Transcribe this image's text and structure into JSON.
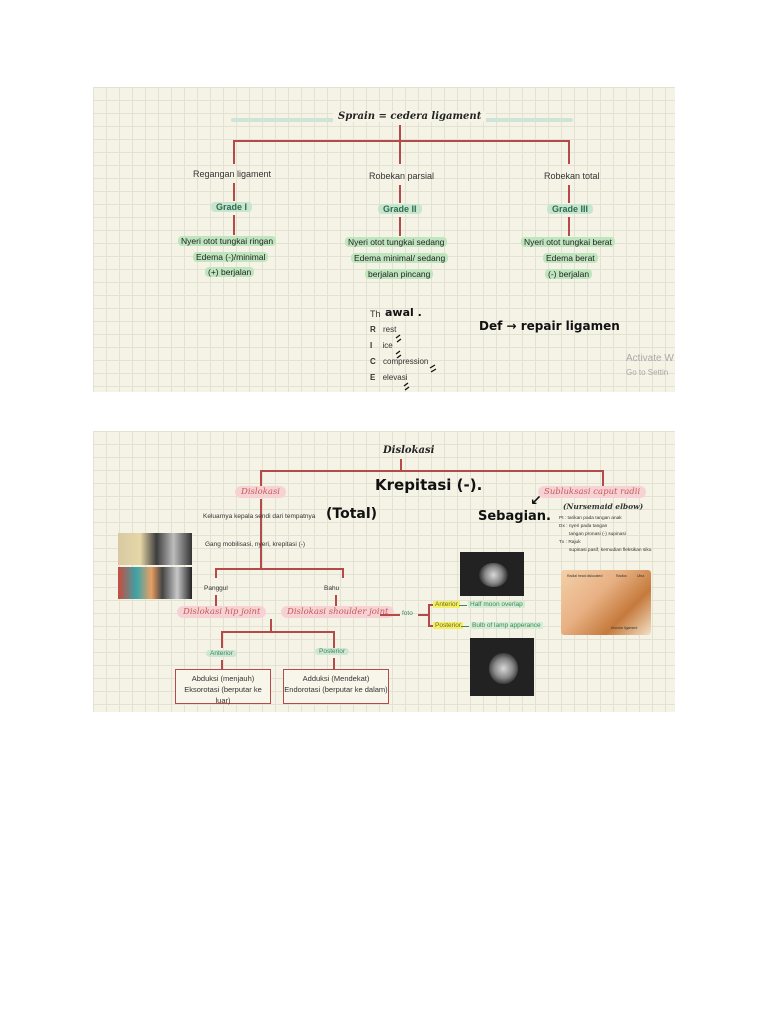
{
  "sprain": {
    "title": "Sprain = cedera ligament",
    "branches": [
      {
        "label": "Regangan ligament",
        "grade": "Grade I",
        "items": [
          "Nyeri otot tungkai ringan",
          "Edema (-)/minimal",
          "(+) berjalan"
        ]
      },
      {
        "label": "Robekan parsial",
        "grade": "Grade II",
        "items": [
          "Nyeri otot tungkai sedang",
          "Edema minimal/ sedang",
          "berjalan pincang"
        ]
      },
      {
        "label": "Robekan total",
        "grade": "Grade III",
        "items": [
          "Nyeri otot tungkai berat",
          "Edema berat",
          "(-) berjalan"
        ]
      }
    ],
    "therapy": {
      "heading": "Th",
      "heading_note": "awal .",
      "rows": [
        {
          "letter": "R",
          "word": "rest"
        },
        {
          "letter": "I",
          "word": "ice"
        },
        {
          "letter": "C",
          "word": "compression"
        },
        {
          "letter": "E",
          "word": "elevasi"
        }
      ]
    },
    "def_note": "Def → repair ligamen",
    "watermark": {
      "line1": "Activate W",
      "line2": "Go to Settin"
    }
  },
  "dislokasi": {
    "title": "Dislokasi",
    "left_node": "Dislokasi",
    "total_note": "(Total)",
    "krepitasi_note": "Krepitasi (-).",
    "sebagian_note": "Sebagian.",
    "arrow_note": "↙",
    "desc1": "Keluarnya kepala sendi dari tempatnya",
    "desc2": "Gang mobilisasi, nyeri, krepitasi (-)",
    "panggul": "Panggul",
    "bahu": "Bahu",
    "hip": "Dislokasi hip joint",
    "shoulder": "Dislokasi shoulder joint",
    "foto": "foto",
    "anterior_hl": "Anterior",
    "anterior_desc": "Half moon overlap",
    "posterior_hl": "Posterior",
    "posterior_desc": "Bulb of lamp apperance",
    "hip_anterior": "Anterior",
    "hip_posterior": "Posterior",
    "box1": {
      "l1": "Abduksi (menjauh)",
      "l2": "Eksorotasi (berputar ke luar)"
    },
    "box2": {
      "l1": "Adduksi (Mendekat)",
      "l2": "Endorotasi (berputar ke dalam)"
    },
    "subluksasi": "Subluksasi caput radii",
    "nursemaid": "(Nursemaid elbow)",
    "notes": [
      {
        "k": "Pt :",
        "v": "tarikan pada tangan anak"
      },
      {
        "k": "Dx :",
        "v": "nyeri pada tangan"
      },
      {
        "k": "",
        "v": "tangan pronasi (-) supinasi"
      },
      {
        "k": "Tx :",
        "v": "Rajuk"
      },
      {
        "k": "",
        "v": "supinasi pasif, kemudian fleksikan siku"
      }
    ],
    "fig_labels": [
      "Radial head dislocated",
      "Radius",
      "Ulna",
      "Annular ligament"
    ]
  }
}
